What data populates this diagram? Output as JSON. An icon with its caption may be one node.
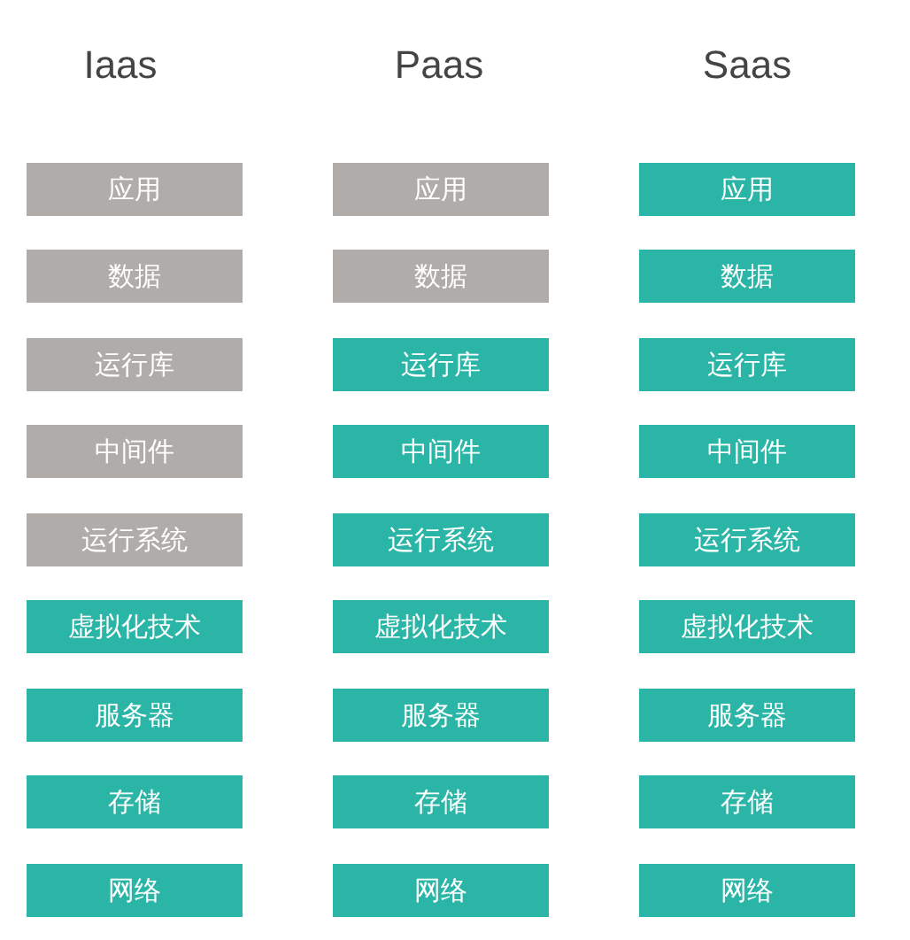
{
  "diagram": {
    "labels": [
      "Iaas",
      "Paas",
      "Saas"
    ],
    "nodes": [
      {
        "text": [
          "应用"
        ]
      },
      {
        "text": [
          "应用"
        ]
      },
      {
        "text": [
          "应用"
        ]
      },
      {
        "text": [
          "数据"
        ]
      },
      {
        "text": [
          "数据"
        ]
      },
      {
        "text": [
          "数据"
        ]
      },
      {
        "text": [
          "运行库"
        ]
      },
      {
        "text": [
          "运行库"
        ]
      },
      {
        "text": [
          "运行库"
        ]
      },
      {
        "text": [
          "中间件"
        ]
      },
      {
        "text": [
          "中间件"
        ]
      },
      {
        "text": [
          "中间件"
        ]
      },
      {
        "text": [
          "运行系统"
        ]
      },
      {
        "text": [
          "运行系统"
        ]
      },
      {
        "text": [
          "运行系统"
        ]
      },
      {
        "text": [
          "虚拟化技术"
        ]
      },
      {
        "text": [
          "虚拟化技术"
        ]
      },
      {
        "text": [
          "虚拟化技术"
        ]
      },
      {
        "text": [
          "服务器"
        ]
      },
      {
        "text": [
          "服务器"
        ]
      },
      {
        "text": [
          "服务器"
        ]
      },
      {
        "text": [
          "存储"
        ]
      },
      {
        "text": [
          "存储"
        ]
      },
      {
        "text": [
          "存储"
        ]
      },
      {
        "text": [
          "网络"
        ]
      },
      {
        "text": [
          "网络"
        ]
      },
      {
        "text": [
          "网络"
        ]
      }
    ]
  }
}
